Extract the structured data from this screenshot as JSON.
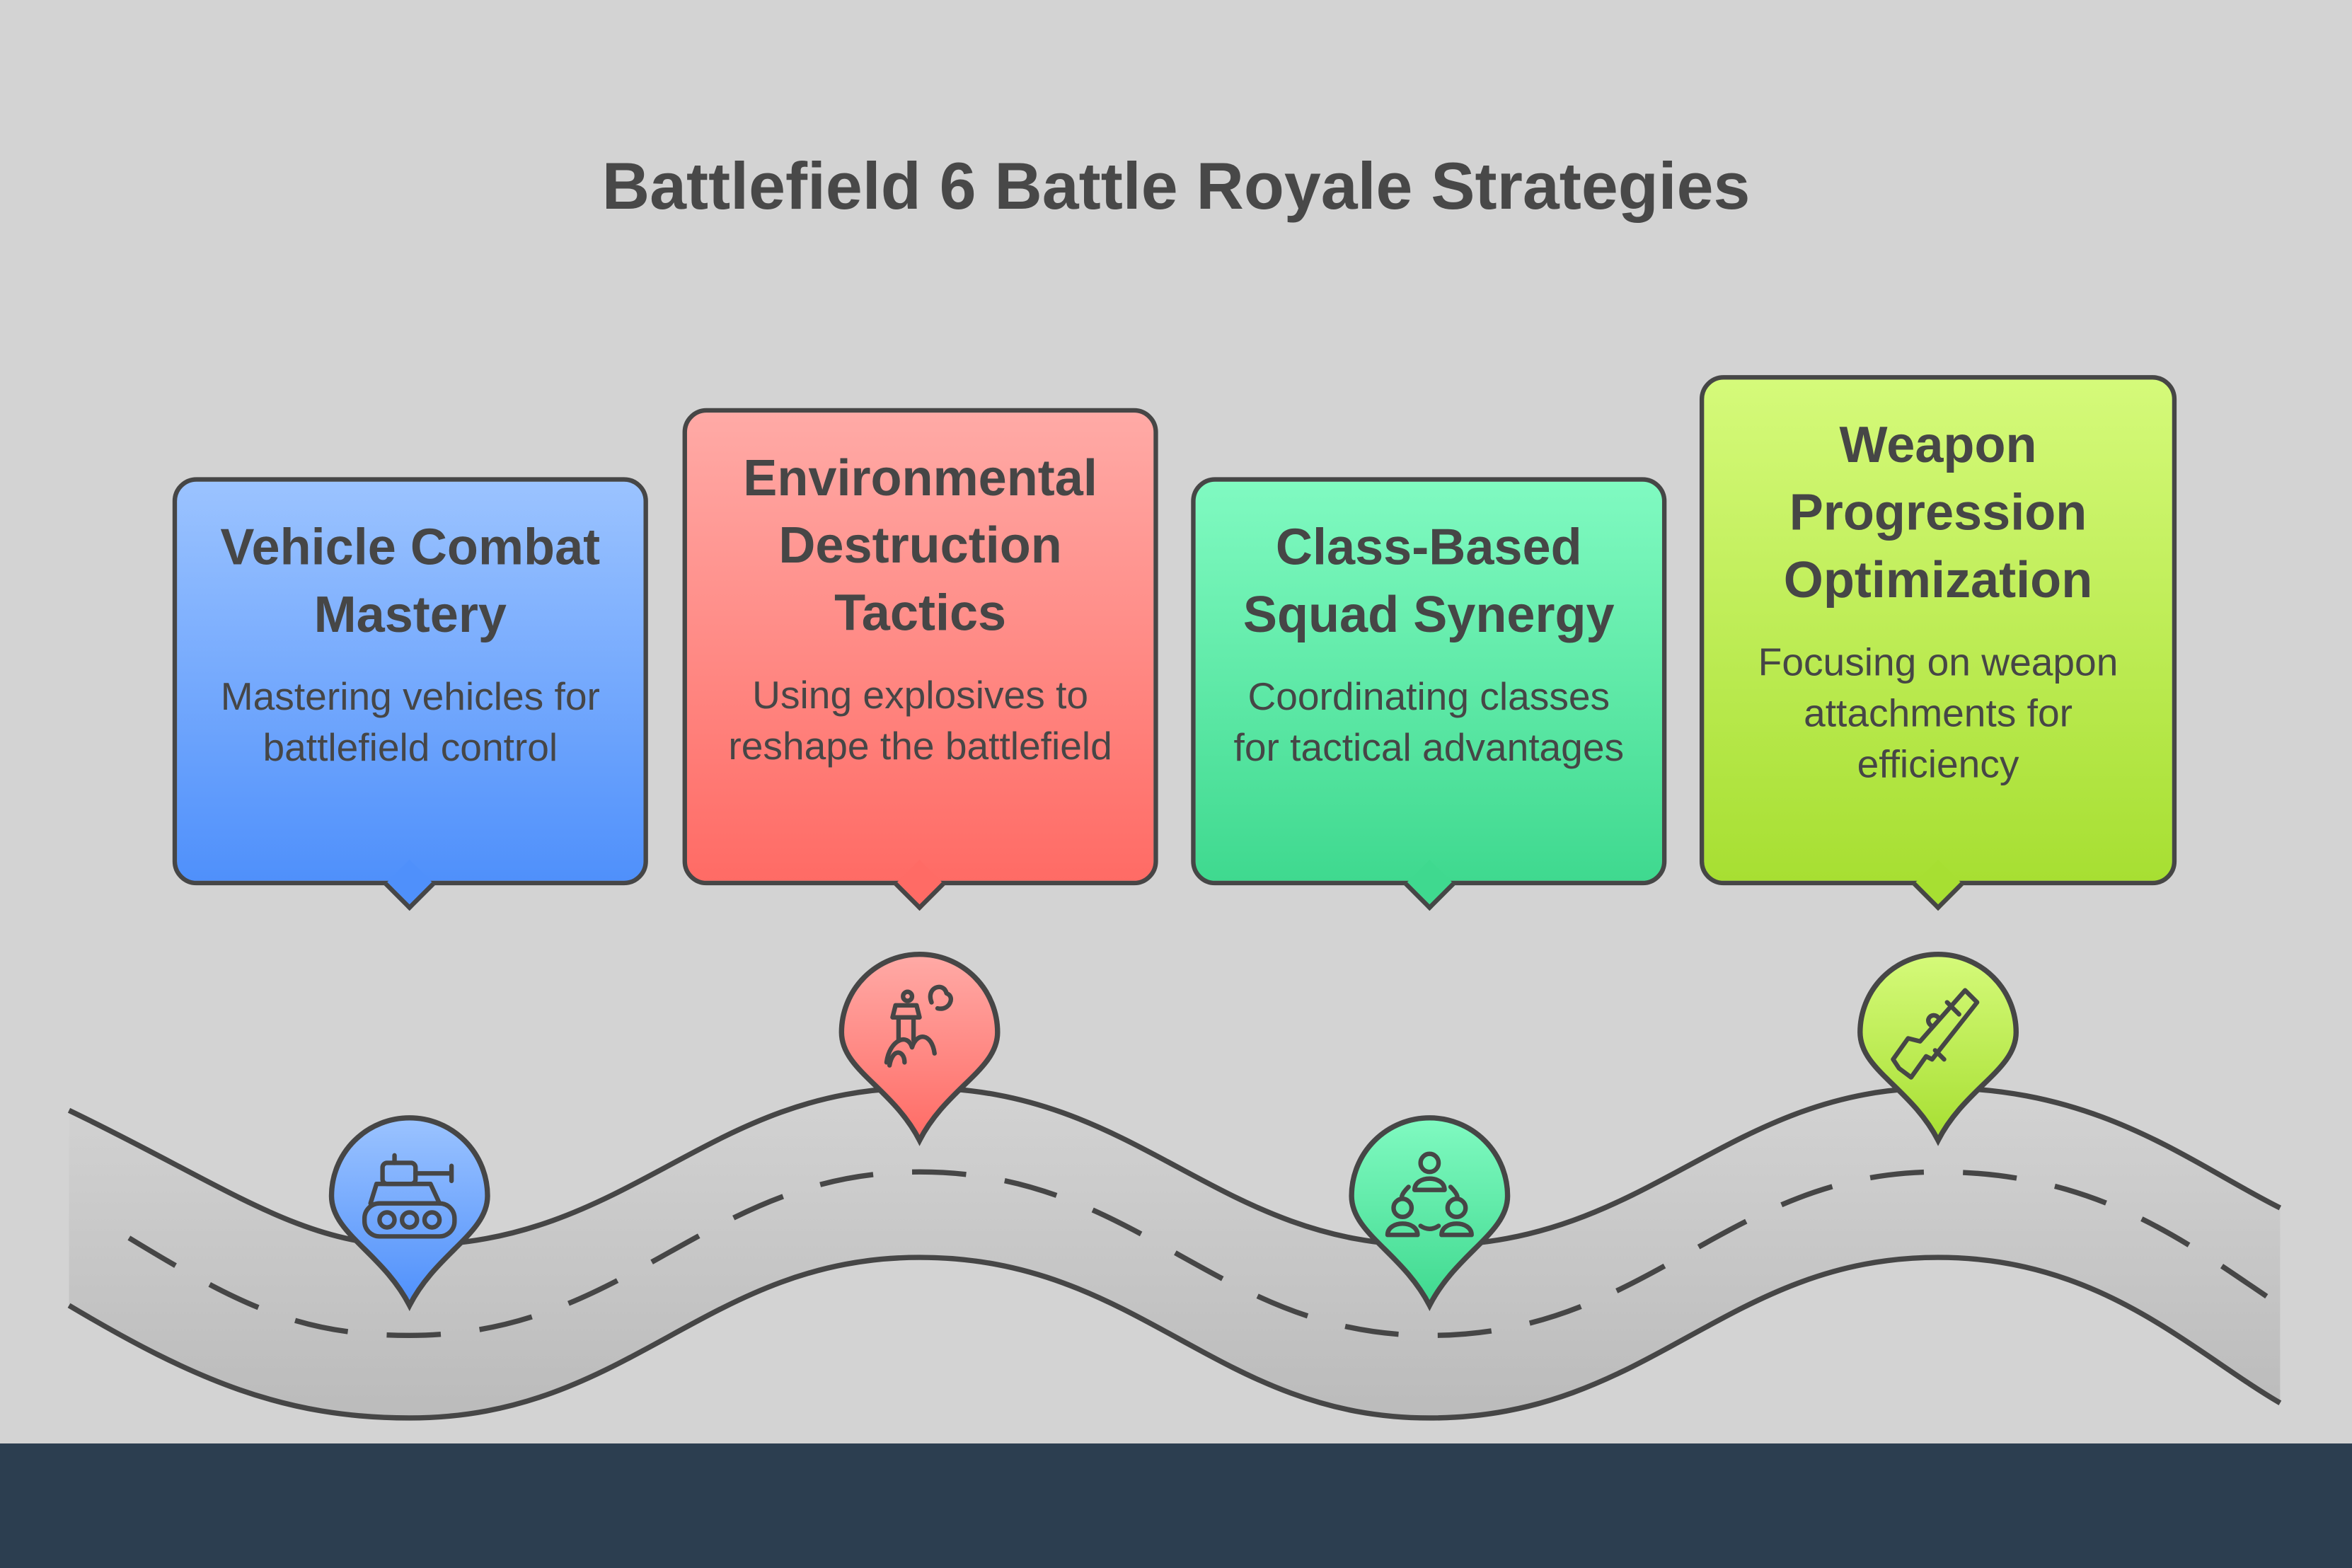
{
  "title": "Battlefield 6 Battle Royale Strategies",
  "cards": [
    {
      "title": "Vehicle Combat Mastery",
      "desc": "Mastering vehicles for battlefield control",
      "icon": "tank-icon",
      "top": "#9bc3ff",
      "bottom": "#4f90fb"
    },
    {
      "title": "Environmental Destruction Tactics",
      "desc": "Using explosives to reshape the battlefield",
      "icon": "explosion-icon",
      "top": "#ffaaa6",
      "bottom": "#ff6b65"
    },
    {
      "title": "Class-Based Squad Synergy",
      "desc": "Coordinating classes for tactical advantages",
      "icon": "squad-icon",
      "top": "#80fac1",
      "bottom": "#3fd98f"
    },
    {
      "title": "Weapon Progression Optimization",
      "desc": "Focusing on weapon attachments for efficiency",
      "icon": "rifle-icon",
      "top": "#d5fa7a",
      "bottom": "#a7df32"
    }
  ]
}
